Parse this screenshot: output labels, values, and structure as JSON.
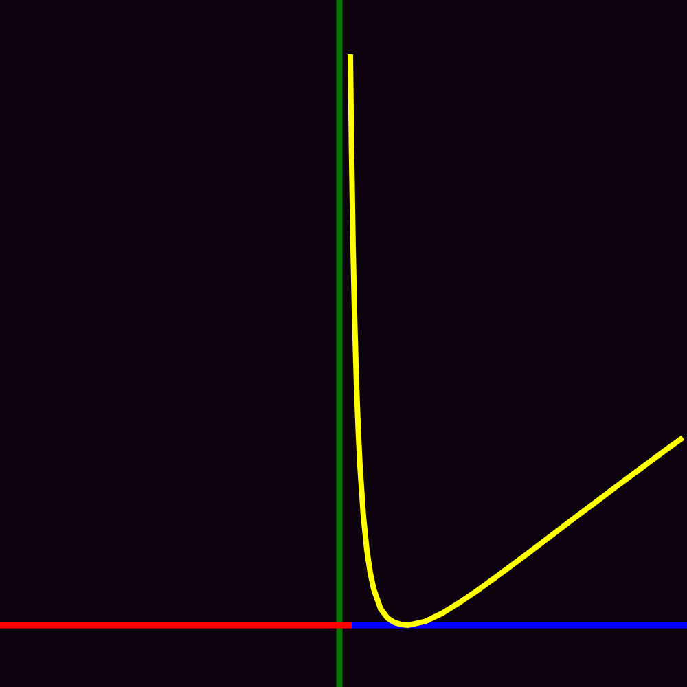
{
  "chart_data": {
    "type": "line",
    "title": "",
    "xlabel": "",
    "ylabel": "",
    "xlim": [
      -1.0,
      1.0
    ],
    "ylim": [
      -0.2,
      1.8
    ],
    "grid": false,
    "legend": "none",
    "colors": {
      "background": "#0e0410",
      "curve": "#ffff00",
      "negative_x_axis": "#ff0000",
      "positive_x_axis": "#0000ff",
      "y_axis": "#007800"
    },
    "series": [
      {
        "x": [
          0.032,
          0.035,
          0.04,
          0.045,
          0.05,
          0.055,
          0.06,
          0.07,
          0.08,
          0.09,
          0.1,
          0.12,
          0.14,
          0.16,
          0.18,
          0.2,
          0.25,
          0.3,
          0.35,
          0.4,
          0.45,
          0.5,
          0.55,
          0.6,
          0.65,
          0.7,
          0.75,
          0.8,
          0.85,
          0.9,
          0.95,
          1.0
        ],
        "y": [
          1.662,
          1.407,
          1.094,
          0.867,
          0.697,
          0.566,
          0.463,
          0.316,
          0.219,
          0.152,
          0.105,
          0.048,
          0.021,
          0.008,
          0.002,
          0.0,
          0.011,
          0.035,
          0.066,
          0.1,
          0.136,
          0.173,
          0.21,
          0.248,
          0.286,
          0.324,
          0.361,
          0.399,
          0.436,
          0.473,
          0.51,
          0.546
        ]
      }
    ]
  }
}
